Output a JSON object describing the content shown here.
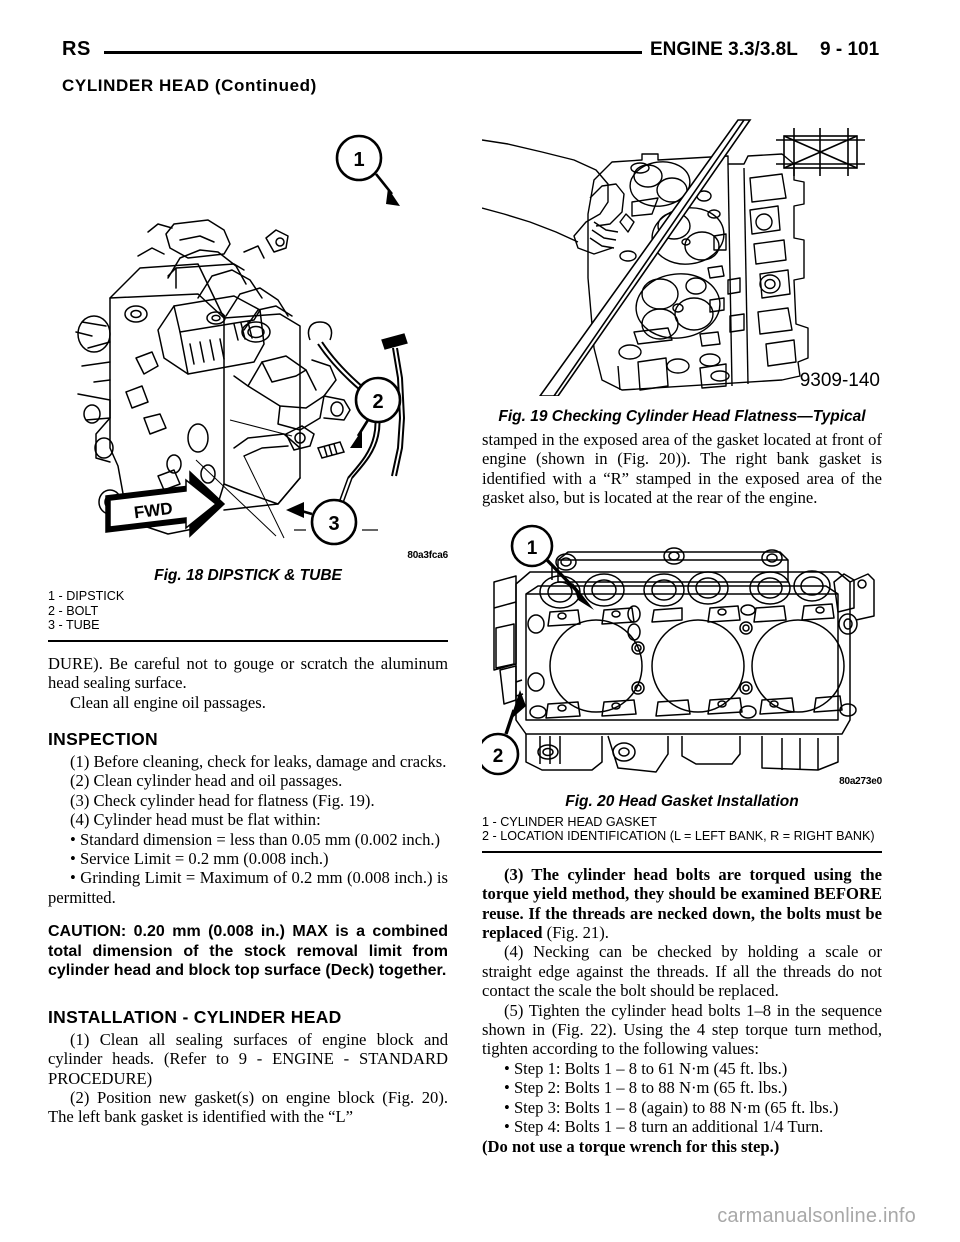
{
  "header": {
    "manual_code": "RS",
    "section_title": "ENGINE 3.3/3.8L",
    "page_number": "9 - 101",
    "continued_heading": "CYLINDER HEAD (Continued)"
  },
  "figures": {
    "fig18": {
      "caption": "Fig. 18 DIPSTICK & TUBE",
      "image_id": "80a3fca6",
      "direction_label": "FWD",
      "callouts": [
        "1",
        "2",
        "3"
      ],
      "legend": [
        "1 - DIPSTICK",
        "2 - BOLT",
        "3 - TUBE"
      ]
    },
    "fig19": {
      "caption": "Fig. 19 Checking Cylinder Head Flatness—Typical",
      "image_id": "9309-140"
    },
    "fig20": {
      "caption": "Fig. 20 Head Gasket Installation",
      "image_id": "80a273e0",
      "callouts": [
        "1",
        "2"
      ],
      "legend": [
        "1 - CYLINDER HEAD GASKET",
        "2 - LOCATION IDENTIFICATION (L = LEFT BANK, R = RIGHT BANK)"
      ]
    }
  },
  "left_column": {
    "para_cont_dure": "DURE). Be careful not to gouge or scratch the aluminum head sealing surface.",
    "para_clean_passages": "Clean all engine oil passages.",
    "inspection_heading": "INSPECTION",
    "insp_1": "(1) Before cleaning, check for leaks, damage and cracks.",
    "insp_2": "(2) Clean cylinder head and oil passages.",
    "insp_3": "(3) Check cylinder head for flatness (Fig. 19).",
    "insp_4": "(4) Cylinder head must be flat within:",
    "insp_b1": "• Standard dimension = less than 0.05 mm (0.002 inch.)",
    "insp_b2": "• Service Limit = 0.2 mm (0.008 inch.)",
    "insp_b3": "• Grinding Limit = Maximum of 0.2 mm (0.008 inch.) is permitted.",
    "caution": "CAUTION: 0.20 mm (0.008 in.) MAX is a combined total dimension of the stock removal limit from cylinder head and block top surface (Deck) together.",
    "installation_heading": "INSTALLATION - CYLINDER HEAD",
    "inst_1": "(1) Clean all sealing surfaces of engine block and cylinder heads. (Refer to 9 - ENGINE - STANDARD PROCEDURE)",
    "inst_2": "(2) Position new gasket(s) on engine block (Fig. 20). The left bank gasket is identified with the “L”"
  },
  "right_column": {
    "para_stamped": "stamped in the exposed area of the gasket located at front of engine (shown in (Fig. 20)). The right bank gasket is identified with a “R” stamped in the exposed area of the gasket also, but is located at the rear of the engine.",
    "inst_3_bold": "(3) The cylinder head bolts are torqued using the torque yield method, they should be examined BEFORE reuse. If the threads are necked down, the bolts must be replaced",
    "inst_3_tail": " (Fig. 21).",
    "inst_4": "(4) Necking can be checked by holding a scale or straight edge against the threads. If all the threads do not contact the scale the bolt should be replaced.",
    "inst_5": "(5) Tighten the cylinder head bolts 1–8 in the sequence shown in (Fig. 22). Using the 4 step torque turn method, tighten according to the following values:",
    "step_1": "• Step 1: Bolts 1 – 8 to 61 N·m (45 ft. lbs.)",
    "step_2": "• Step 2: Bolts 1 – 8 to 88 N·m (65 ft. lbs.)",
    "step_3": "• Step 3: Bolts 1 – 8 (again) to 88 N·m (65 ft. lbs.)",
    "step_4": "• Step 4: Bolts 1 – 8 turn an additional 1/4 Turn.",
    "step_note": "(Do not use a torque wrench for this step.)"
  },
  "watermark": "carmanualsonline.info"
}
